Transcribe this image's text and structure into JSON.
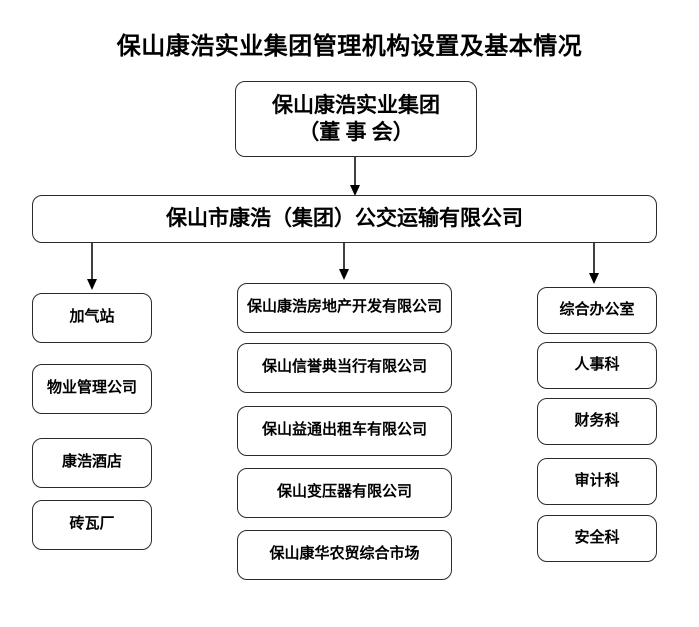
{
  "title": "保山康浩实业集团管理机构设置及基本情况",
  "org_chart": {
    "root": {
      "line1": "保山康浩实业集团",
      "line2": "（董 事 会）"
    },
    "parent_company": "保山市康浩（集团）公交运输有限公司",
    "left_branch": {
      "items": [
        "加气站",
        "物业管理公司",
        "康浩酒店",
        "砖瓦厂"
      ]
    },
    "middle_branch": {
      "items": [
        "保山康浩房地产开发有限公司",
        "保山信誉典当行有限公司",
        "保山益通出租车有限公司",
        "保山变压器有限公司",
        "保山康华农贸综合市场"
      ]
    },
    "right_branch": {
      "items": [
        "综合办公室",
        "人事科",
        "财务科",
        "审计科",
        "安全科"
      ]
    }
  },
  "colors": {
    "background": "#ffffff",
    "text": "#000000",
    "box_border": "#2b2b2b",
    "connector": "#000000"
  }
}
